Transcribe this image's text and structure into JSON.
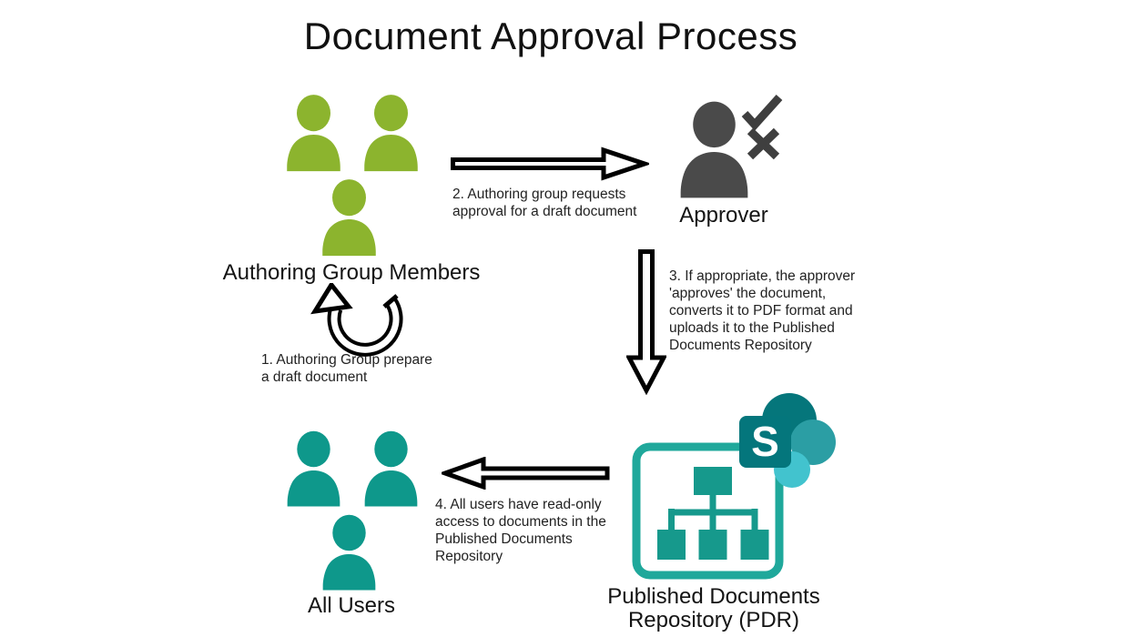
{
  "title": "Document Approval Process",
  "colors": {
    "green": "#8CB42E",
    "teal": "#0E988B",
    "gray": "#4A4A4A",
    "mark": "#3F3F3F",
    "box": "#1FA89B",
    "org": "#16998C",
    "spdark": "#05767B",
    "spmid": "#2B9EA4",
    "splight": "#42C3CE",
    "spsquare": "#04767C",
    "ink": "#1F1F1F"
  },
  "nodes": {
    "authoring": {
      "label": "Authoring Group Members"
    },
    "approver": {
      "label": "Approver"
    },
    "all_users": {
      "label": "All Users"
    },
    "pdr": {
      "label": "Published Documents\nRepository (PDR)",
      "logo_letter": "S"
    }
  },
  "steps": [
    {
      "text": "1. Authoring Group prepare\na draft document"
    },
    {
      "text": "2. Authoring group requests\napproval for a draft document"
    },
    {
      "text": "3. If appropriate, the approver\n'approves' the document,\nconverts it to PDF format and\nuploads it to the Published\nDocuments Repository"
    },
    {
      "text": "4. All users have read-only\naccess to documents in the\nPublished Documents\nRepository"
    }
  ]
}
